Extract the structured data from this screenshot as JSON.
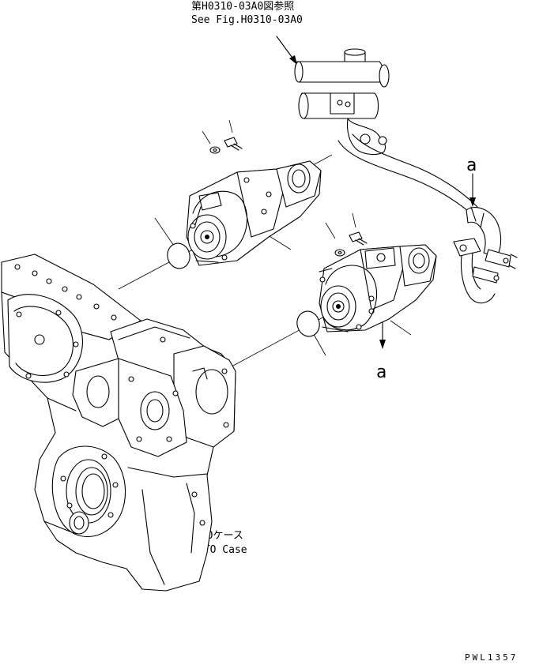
{
  "reference": {
    "line1": "第H0310-03A0図参照",
    "line2": "See Fig.H0310-03A0"
  },
  "markers": {
    "upper": "a",
    "lower": "a"
  },
  "pto_case": {
    "japanese": "PTOケース",
    "english": "PTO Case"
  },
  "drawing_code": "PWL1357"
}
